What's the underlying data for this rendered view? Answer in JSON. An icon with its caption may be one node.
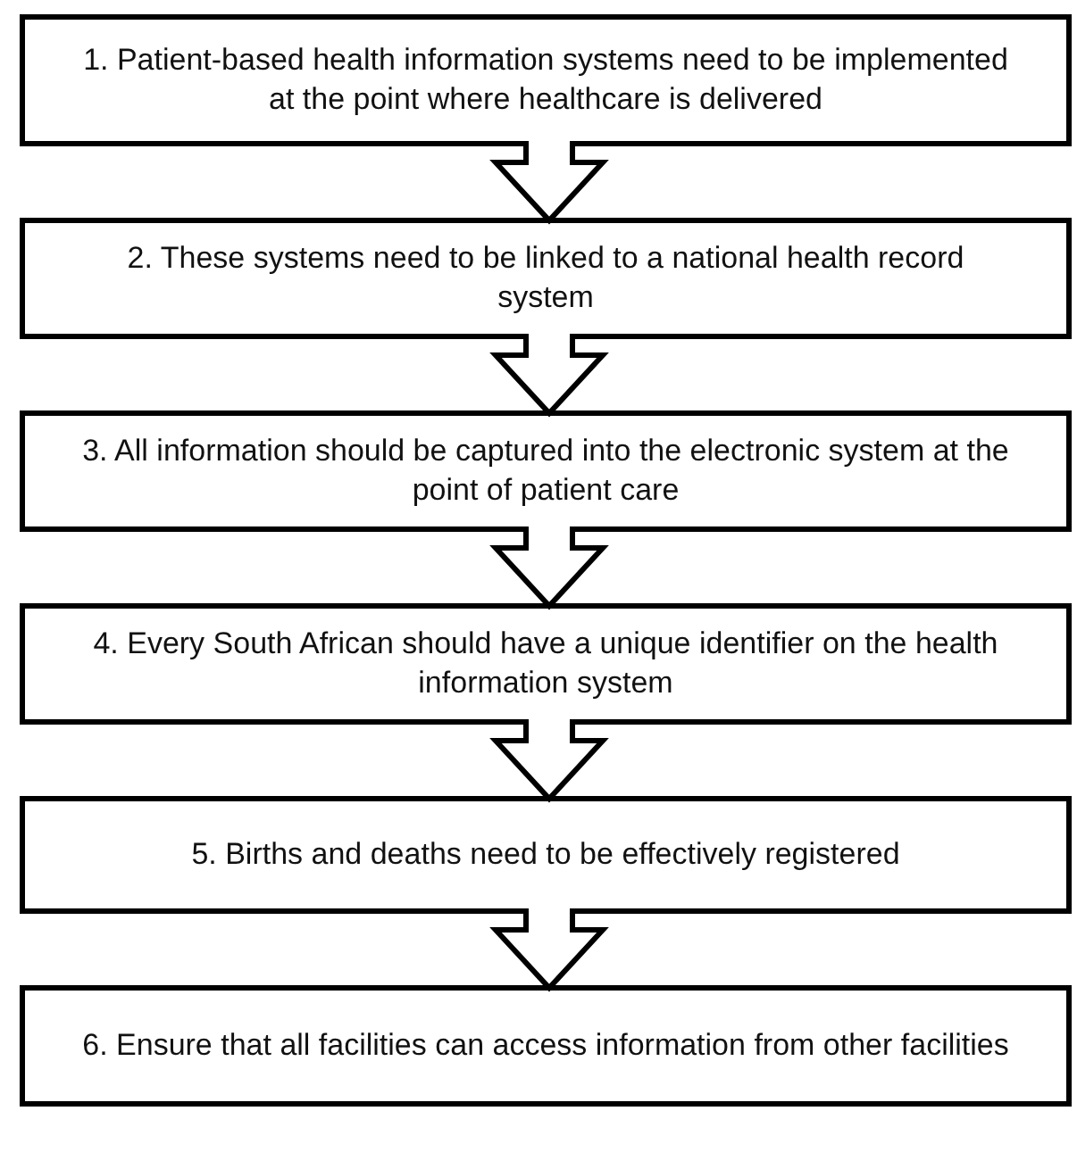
{
  "diagram": {
    "nodes": [
      {
        "text": [
          "1. Patient-based health information systems need to be implemented at the point where healthcare is delivered"
        ]
      },
      {
        "text": [
          "2. These systems need to be linked to a national health record system"
        ]
      },
      {
        "text": [
          "3. All information should be captured into the electronic system at the point of patient care"
        ]
      },
      {
        "text": [
          "4. Every South African should have a unique identifier on the health information system"
        ]
      },
      {
        "text": [
          "5. Births and deaths need to be effectively registered"
        ]
      },
      {
        "text": [
          "6. Ensure that all facilities can access information from other facilities"
        ]
      }
    ],
    "edges": [
      {
        "from": 0,
        "to": 1,
        "arrow": "to"
      },
      {
        "from": 1,
        "to": 2,
        "arrow": "to"
      },
      {
        "from": 2,
        "to": 3,
        "arrow": "to"
      },
      {
        "from": 3,
        "to": 4,
        "arrow": "to"
      },
      {
        "from": 4,
        "to": 5,
        "arrow": "to"
      }
    ]
  }
}
